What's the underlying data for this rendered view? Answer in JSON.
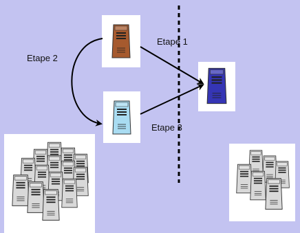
{
  "diagram": {
    "labels": {
      "step1": "Etape 1",
      "step2": "Etape 2",
      "step3": "Etape 3"
    },
    "nodes": {
      "source_server": {
        "icon": "server-tower-icon",
        "color": "#a65a2e"
      },
      "intermediate_server": {
        "icon": "server-tower-icon",
        "color": "#a9dcf2"
      },
      "target_server": {
        "icon": "server-tower-icon",
        "color": "#3535b5"
      },
      "left_cluster": {
        "icon": "server-cluster-icon",
        "color": "#d9d9d9"
      },
      "right_cluster": {
        "icon": "server-cluster-icon",
        "color": "#d9d9d9"
      }
    },
    "colors": {
      "background": "#c3c3f1",
      "arrow": "#000000",
      "divider": "#000000"
    }
  }
}
